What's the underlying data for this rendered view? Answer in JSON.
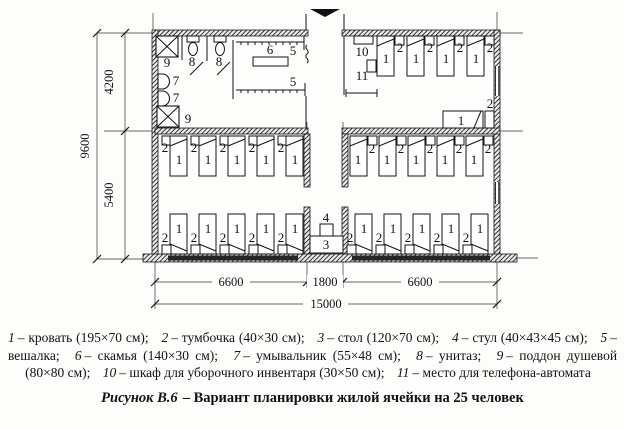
{
  "figure": {
    "item_labels": {
      "bed": "1",
      "nightstand": "2",
      "table": "3",
      "chair": "4",
      "hanger": "5",
      "bench": "6",
      "washbasin": "7",
      "toilet": "8",
      "shower_tray": "9",
      "cleaning_cabinet": "10",
      "payphone": "11"
    },
    "dimensions": {
      "overall_depth": "9600",
      "top_rooms_depth": "4200",
      "bottom_rooms_depth": "5400",
      "left_room_width": "6600",
      "corridor_width": "1800",
      "right_room_width": "6600",
      "overall_width": "15000"
    }
  },
  "legend": {
    "items": [
      {
        "num": "1",
        "text": "–  кровать  (195×70 см);"
      },
      {
        "num": "2",
        "text": "–  тумбочка  (40×30 см);"
      },
      {
        "num": "3",
        "text": "–  стол  (120×70 см);"
      },
      {
        "num": "4",
        "text": "–  стул  (40×43×45 см);"
      },
      {
        "num": "5",
        "text": "–  вешалка;"
      },
      {
        "num": "6",
        "text": "–  скамья  (140×30 см);"
      },
      {
        "num": "7",
        "text": "–  умывальник  (55×48 см);"
      },
      {
        "num": "8",
        "text": "–  унитаз;"
      },
      {
        "num": "9",
        "text": "–  поддон  душевой  (80×80 см);"
      },
      {
        "num": "10",
        "text": "–  шкаф для уборочного инвентаря (30×50 см);"
      },
      {
        "num": "11",
        "text": "–  место для телефона-автомата"
      }
    ]
  },
  "caption": {
    "figure_label": "Рисунок В.6",
    "text": "–  Вариант планировки жилой ячейки на 25 человек"
  }
}
